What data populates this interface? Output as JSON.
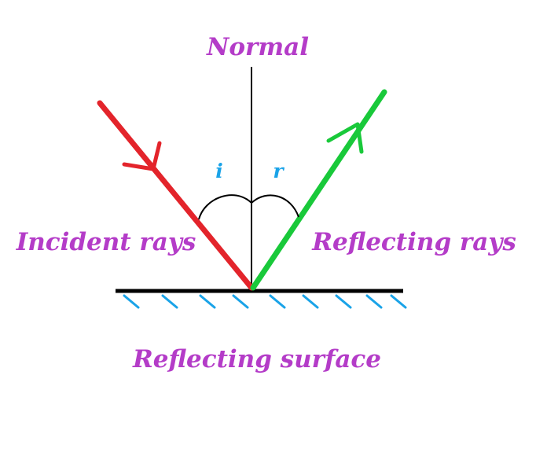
{
  "labels": {
    "normal": "Normal",
    "incident": "Incident rays",
    "reflected": "Reflecting rays",
    "surface": "Reflecting surface",
    "angle_incidence": "i",
    "angle_reflection": "r"
  },
  "colors": {
    "label": "#b43cc8",
    "angle_label": "#1aa3e8",
    "incident_ray": "#e3242b",
    "reflected_ray": "#19c93a",
    "hatch": "#1aa3e8",
    "line": "#000000",
    "background": "#ffffff"
  }
}
